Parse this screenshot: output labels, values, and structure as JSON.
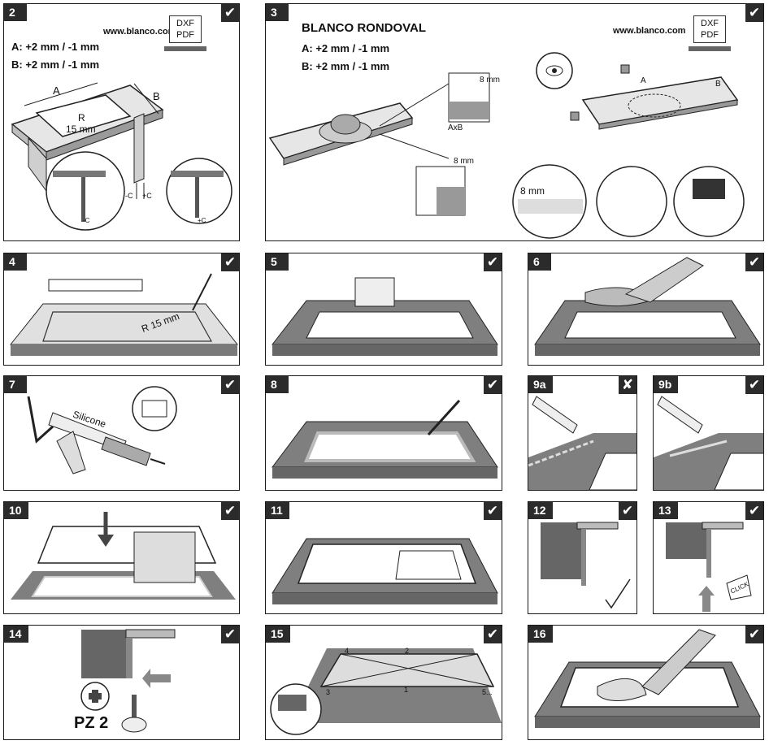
{
  "steps": [
    {
      "id": "2",
      "mark": "✔"
    },
    {
      "id": "3",
      "mark": "✔"
    },
    {
      "id": "4",
      "mark": "✔"
    },
    {
      "id": "5",
      "mark": "✔"
    },
    {
      "id": "6",
      "mark": "✔"
    },
    {
      "id": "7",
      "mark": "✔"
    },
    {
      "id": "8",
      "mark": "✔"
    },
    {
      "id": "9a",
      "mark": "✘"
    },
    {
      "id": "9b",
      "mark": "✔"
    },
    {
      "id": "10",
      "mark": "✔"
    },
    {
      "id": "11",
      "mark": "✔"
    },
    {
      "id": "12",
      "mark": "✔"
    },
    {
      "id": "13",
      "mark": "✔"
    },
    {
      "id": "14",
      "mark": "✔"
    },
    {
      "id": "15",
      "mark": "✔"
    },
    {
      "id": "16",
      "mark": "✔"
    }
  ],
  "step2": {
    "url": "www.blanco.com",
    "dxf": "DXF",
    "pdf": "PDF",
    "tol_a": "A: +2 mm / -1 mm",
    "tol_b": "B: +2 mm / -1 mm",
    "label_a": "A",
    "label_b": "B",
    "radius": "R",
    "radius_val": "15 mm",
    "minus_c": "-C",
    "plus_c": "+C",
    "c_neg": "-C",
    "c_pos": "+C"
  },
  "step3": {
    "title": "BLANCO RONDOVAL",
    "url": "www.blanco.com",
    "dxf": "DXF",
    "pdf": "PDF",
    "tol_a": "A: +2 mm / -1 mm",
    "tol_b": "B: +2 mm / -1 mm",
    "dim_8a": "8 mm",
    "dim_axb": "AxB",
    "dim_8b": "8 mm",
    "label_a": "A",
    "label_b": "B",
    "dim_8c": "8 mm"
  },
  "step4": {
    "radius": "R 15 mm"
  },
  "step7": {
    "silicone": "Silicone"
  },
  "step15": {
    "n1": "1",
    "n2": "2",
    "n3": "3",
    "n4": "4",
    "n5": "5..."
  },
  "step13": {
    "click": "CLICK"
  },
  "step14": {
    "pz": "PZ 2"
  }
}
